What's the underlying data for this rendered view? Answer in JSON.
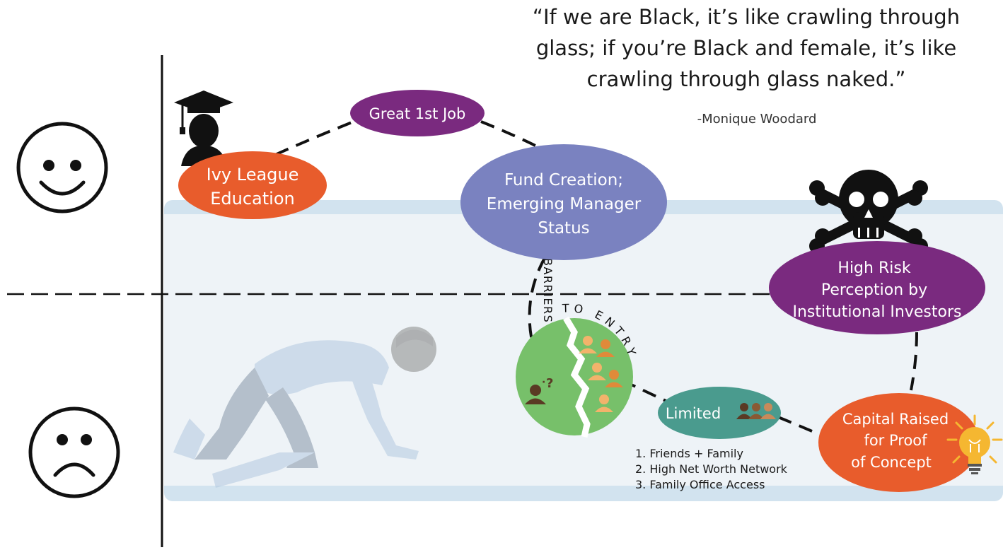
{
  "quote": {
    "text": "“If we are Black, it’s like crawling through glass; if you’re Black and female, it’s like crawling through glass naked.”",
    "author": "-Monique Woodard"
  },
  "nodes": {
    "ivy_league": {
      "line1": "Ivy League",
      "line2": "Education",
      "color": "#E85C2C"
    },
    "great_first_job": {
      "label": "Great 1st Job",
      "color": "#7A2A7F"
    },
    "fund_creation": {
      "line1": "Fund Creation;",
      "line2": "Emerging Manager",
      "line3": "Status",
      "color": "#7A82C0"
    },
    "high_risk": {
      "line1": "High Risk",
      "line2": "Perception by",
      "line3": "Institutional Investors",
      "color": "#7A2A7F"
    },
    "capital_raised": {
      "line1": "Capital Raised",
      "line2": "for Proof",
      "line3": "of Concept",
      "color": "#E85C2C"
    },
    "limited": {
      "label": "Limited",
      "color": "#4A9B8E"
    }
  },
  "barriers": {
    "vertical": "BARRIERS",
    "arc": "TO ENTRY",
    "circle_color": "#77C06A"
  },
  "question_mark": "?",
  "funding_sources": [
    "1. Friends + Family",
    "2. High Net Worth Network",
    "3. Family Office Access"
  ],
  "icons": {
    "happy": "smiley-face-icon",
    "sad": "frowning-face-icon",
    "graduate": "graduate-icon",
    "skull": "skull-crossbones-icon",
    "bulb": "lightbulb-icon",
    "crawler": "crawling-person-icon",
    "people": "people-group-icon"
  },
  "colors": {
    "glass_band": "#D2E3EF",
    "glass_fill": "#EEF3F7",
    "bulb": "#F5B731"
  }
}
